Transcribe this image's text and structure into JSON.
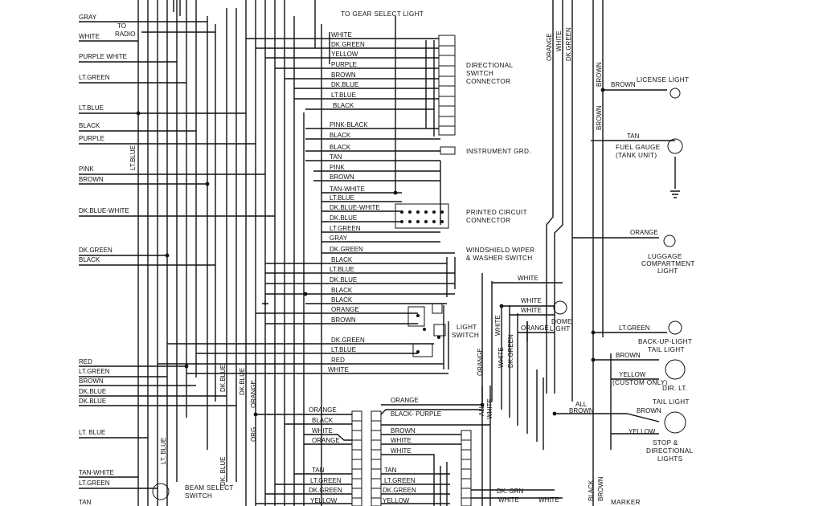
{
  "left_wires": {
    "gray": "GRAY",
    "white": "WHITE",
    "purple_white": "PURPLE WHITE",
    "lt_green": "LT.GREEN",
    "lt_blue": "LT.BLUE",
    "black": "BLACK",
    "purple": "PURPLE",
    "pink": "PINK",
    "brown": "BROWN",
    "dk_blue_white": "DK.BLUE-WHITE",
    "dk_green": "DK.GREEN",
    "black2": "BLACK",
    "red": "RED",
    "lt_green2": "LT.GREEN",
    "brown2": "BROWN",
    "dk_blue": "DK.BLUE",
    "dk_blue2": "DK.BLUE",
    "lt_blue2": "LT. BLUE",
    "tan_white": "TAN-WHITE",
    "lt_green3": "LT.GREEN",
    "tan": "TAN"
  },
  "radio": {
    "to": "TO",
    "radio": "RADIO"
  },
  "gear_select": "TO GEAR SELECT LIGHT",
  "directional_stack": [
    "WHITE",
    "DK.GREEN",
    "YELLOW",
    "PURPLE",
    "BROWN",
    "DK.BLUE",
    "LT.BLUE",
    "BLACK"
  ],
  "mid_stack": [
    "PINK-BLACK",
    "BLACK",
    "BLACK",
    "TAN",
    "PINK",
    "BROWN",
    "TAN-WHITE",
    "LT.BLUE",
    "DK.BLUE-WHITE",
    "DK.BLUE",
    "LT.GREEN",
    "GRAY",
    "DK.GREEN"
  ],
  "wiper_stack": [
    "BLACK",
    "LT.BLUE",
    "DK.BLUE",
    "BLACK",
    "BLACK"
  ],
  "light_stack": [
    "ORANGE",
    "BROWN",
    "DK.GREEN",
    "LT.BLUE",
    "RED",
    "WHITE"
  ],
  "lower_left_stack": [
    "ORANGE",
    "BLACK",
    "WHITE",
    "ORANGE"
  ],
  "lower_mid_stack": [
    "ORANGE",
    "BLACK- PURPLE",
    "BROWN",
    "WHITE",
    "WHITE"
  ],
  "bottom_left_stack": [
    "TAN",
    "LT.GREEN",
    "DK.GREEN",
    "YELLOW"
  ],
  "bottom_mid_stack": [
    "TAN",
    "LT.GREEN",
    "DK.GREEN",
    "YELLOW"
  ],
  "vertical_labels": {
    "lt_blue_v": "LT.BLUE",
    "dk_blue_v1": "DK.BLUE",
    "dk_blue_v2": "DK.BLUE",
    "dk_blue_v3": "DK. BLUE",
    "orange_v": "ORANGE",
    "org_v": "ORG",
    "lt_blue_v2": "LT. BLUE",
    "orange_top": "ORANGE",
    "white_top": "WHITE",
    "dk_green_top": "DK.GREEN",
    "brown_r1": "BROWN",
    "brown_r2": "BROWN",
    "orange_sw": "ORANGE",
    "white_sw1": "WHITE",
    "white_sw2": "WHITE",
    "dk_green_sw": "DK.GREEN",
    "all_v": "ALL",
    "white_v": "WHITE",
    "black_b": "BLACK",
    "brown_b": "BROWN"
  },
  "right_labels": {
    "brown_license": "BROWN",
    "tan_fuel": "TAN",
    "orange_lug": "ORANGE",
    "white_wiper": "WHITE",
    "white_dome1": "WHITE",
    "white_dome2": "WHITE",
    "orange_dome": "ORANGE",
    "lt_green_backup": "LT.GREEN",
    "brown_tail": "BROWN",
    "yellow_tail": "YELLOW",
    "all_brown": "ALL",
    "all_brown2": "BROWN",
    "brown_stop": "BROWN",
    "yellow_stop": "YELLOW",
    "dk_grn_bottom": "DK. GRN",
    "white_bottom": "WHITE",
    "white_bottom2": "WHITE"
  },
  "components": {
    "directional": [
      "DIRECTIONAL",
      "SWITCH",
      "CONNECTOR"
    ],
    "instrument_grd": "INSTRUMENT GRD.",
    "printed_circuit": [
      "PRINTED CIRCUIT",
      "CONNECTOR"
    ],
    "wiper": [
      "WINDSHIELD WIPER",
      "& WASHER SWITCH"
    ],
    "light_switch": [
      "LIGHT",
      "SWITCH"
    ],
    "beam_select": [
      "BEAM SELECT",
      "SWITCH"
    ],
    "license_light": "LICENSE LIGHT",
    "fuel_gauge": [
      "FUEL GAUGE",
      "(TANK UNIT)"
    ],
    "luggage": [
      "LUGGAGE",
      "COMPARTMENT",
      "LIGHT"
    ],
    "dome": [
      "DOME",
      "LIGHT"
    ],
    "backup": [
      "BACK-UP-LIGHT",
      "TAIL LIGHT"
    ],
    "dir_lt": [
      "(CUSTOM ONLY)",
      "DIR. LT."
    ],
    "tail_light": "TAIL LIGHT",
    "stop_dir": [
      "STOP &",
      "DIRECTIONAL",
      "LIGHTS"
    ],
    "marker": "MARKER"
  }
}
